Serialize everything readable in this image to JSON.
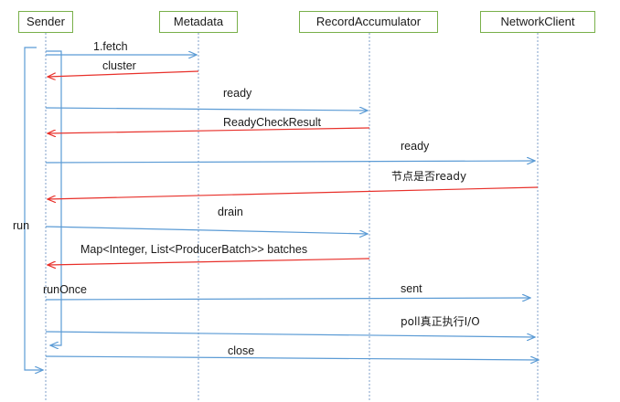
{
  "participants": [
    {
      "id": "sender",
      "label": "Sender"
    },
    {
      "id": "metadata",
      "label": "Metadata"
    },
    {
      "id": "accumulator",
      "label": "RecordAccumulator"
    },
    {
      "id": "network",
      "label": "NetworkClient"
    }
  ],
  "messages": [
    {
      "id": "fetch",
      "label": "1.fetch",
      "color": "#5b9bd5"
    },
    {
      "id": "cluster",
      "label": "cluster",
      "color": "#e8302a"
    },
    {
      "id": "ready1",
      "label": "ready",
      "color": "#5b9bd5"
    },
    {
      "id": "readycheck",
      "label": "ReadyCheckResult",
      "color": "#e8302a"
    },
    {
      "id": "ready2",
      "label": "ready",
      "color": "#5b9bd5"
    },
    {
      "id": "nodeready",
      "label": "节点是否ready",
      "color": "#e8302a"
    },
    {
      "id": "drain",
      "label": "drain",
      "color": "#5b9bd5"
    },
    {
      "id": "batches",
      "label": "Map<Integer, List<ProducerBatch>> batches",
      "color": "#e8302a"
    },
    {
      "id": "sent",
      "label": "sent",
      "color": "#5b9bd5"
    },
    {
      "id": "poll",
      "label": "poll真正执行I/O",
      "color": "#5b9bd5"
    },
    {
      "id": "close",
      "label": "close",
      "color": "#5b9bd5"
    }
  ],
  "loops": [
    {
      "id": "run",
      "label": "run"
    },
    {
      "id": "runonce",
      "label": "runOnce"
    }
  ],
  "colors": {
    "call": "#5b9bd5",
    "return": "#e8302a",
    "participant_border": "#79b04a",
    "lifeline": "#7f9fc8"
  }
}
